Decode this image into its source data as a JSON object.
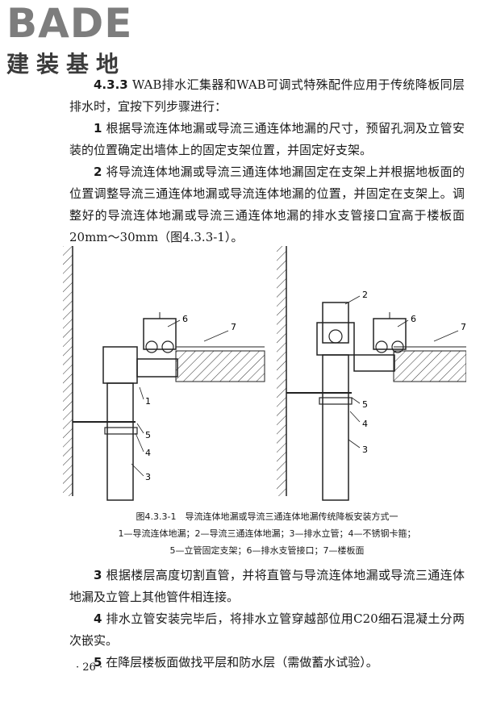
{
  "logo": {
    "brand": "BADE",
    "subtitle": "建装基地"
  },
  "section": {
    "number": "4.3.3",
    "text": "WAB排水汇集器和WAB可调式特殊配件应用于传统降板同层排水时，宜按下列步骤进行："
  },
  "steps": [
    {
      "num": "1",
      "text": "根据导流连体地漏或导流三通连体地漏的尺寸，预留孔洞及立管安装的位置确定出墙体上的固定支架位置，并固定好支架。"
    },
    {
      "num": "2",
      "text": "将导流连体地漏或导流三通连体地漏固定在支架上并根据地板面的位置调整导流三通连体地漏或导流连体地漏的位置，并固定在支架上。调整好的导流连体地漏或导流三通连体地漏的排水支管接口宜高于楼板面20mm～30mm（图4.3.3-1）。"
    },
    {
      "num": "3",
      "text": "根据楼层高度切割直管，并将直管与导流连体地漏或导流三通连体地漏及立管上其他管件相连接。"
    },
    {
      "num": "4",
      "text": "排水立管安装完毕后，将排水立管穿越部位用C20细石混凝土分两次嵌实。"
    },
    {
      "num": "5",
      "text": "在降层楼板面做找平层和防水层（需做蓄水试验）。"
    }
  ],
  "figure": {
    "labels_left": [
      "6",
      "7",
      "1",
      "5",
      "4",
      "3"
    ],
    "labels_right": [
      "2",
      "6",
      "7",
      "5",
      "4",
      "3"
    ]
  },
  "caption": {
    "title": "图4.3.3-1　导流连体地漏或导流三通连体地漏传统降板安装方式一",
    "line1": "1—导流连体地漏；2—导流三通连体地漏；3—排水立管；4—不锈钢卡箍；",
    "line2": "5—立管固定支架；6—排水支管接口；7—楼板面"
  },
  "page": {
    "number": "· 26 ·"
  }
}
